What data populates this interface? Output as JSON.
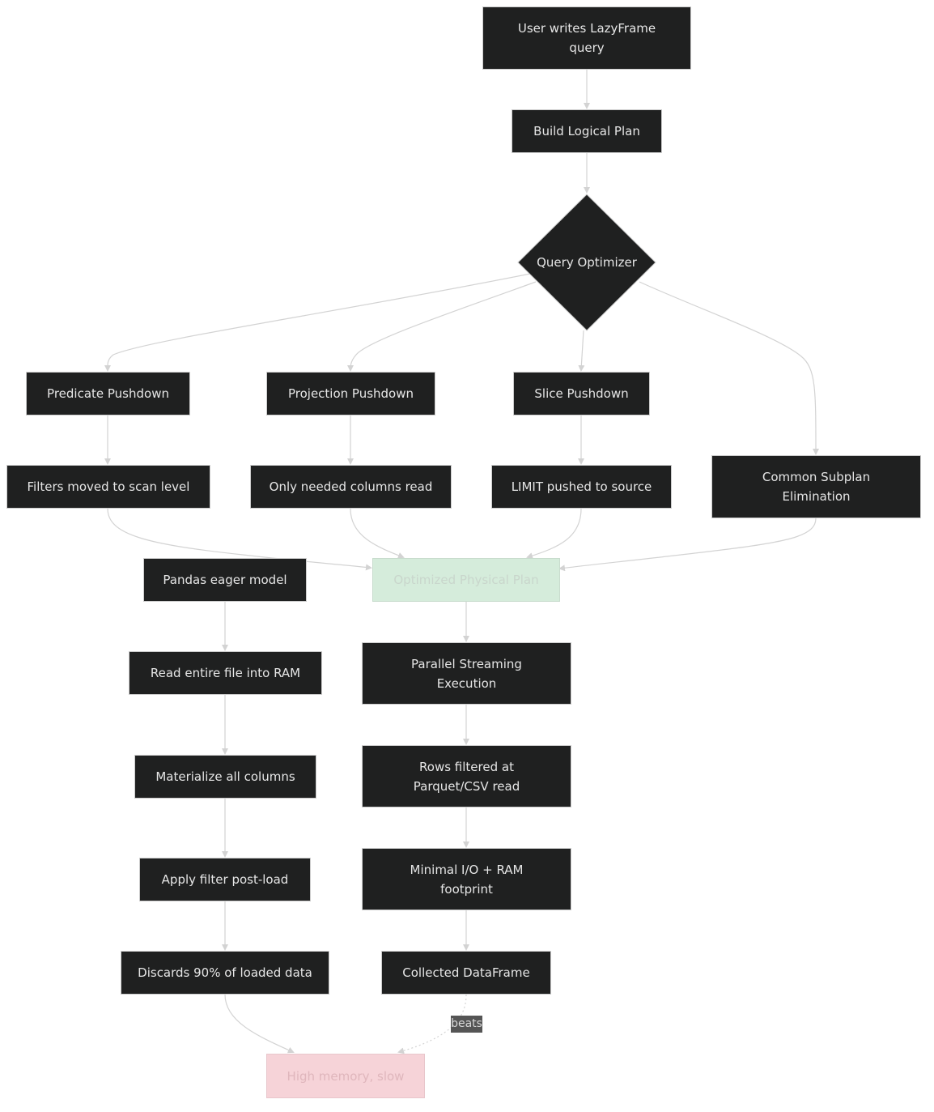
{
  "nodes": {
    "user_query": "User writes LazyFrame query",
    "logical_plan": "Build Logical Plan",
    "optimizer": "Query Optimizer",
    "predicate": "Predicate Pushdown",
    "projection": "Projection Pushdown",
    "slice": "Slice Pushdown",
    "subplan": "Common Subplan Elimination",
    "filters": "Filters moved to scan level",
    "columns": "Only needed columns read",
    "limit": "LIMIT pushed to source",
    "physical": "Optimized Physical Plan",
    "streaming": "Parallel Streaming Execution",
    "rows_filtered": "Rows filtered at Parquet/CSV read",
    "minimal_io": "Minimal I/O + RAM footprint",
    "collected": "Collected DataFrame",
    "pandas": "Pandas eager model",
    "read_file": "Read entire file into RAM",
    "materialize": "Materialize all columns",
    "apply_filter": "Apply filter post-load",
    "discards": "Discards 90% of loaded data",
    "high_memory": "High memory, slow"
  },
  "edge_label": "beats",
  "colors": {
    "node_fill": "#1f2020",
    "node_border": "#cccccc",
    "text": "#e6e6e6",
    "edge": "#d3d3d3",
    "green_fill": "#d5ecdb",
    "pink_fill": "#f6d3d8",
    "label_fill": "#555555"
  }
}
